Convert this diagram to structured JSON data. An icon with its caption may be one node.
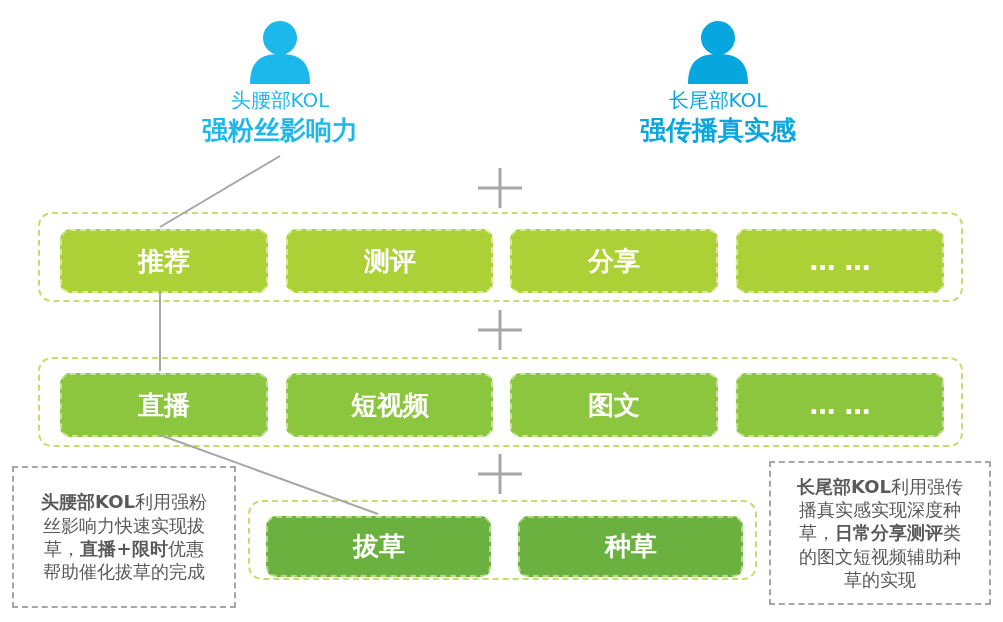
{
  "diagram": {
    "nodes": [
      {
        "text": [
          "头腰部KOL",
          "强粉丝影响力"
        ]
      },
      {
        "text": [
          "长尾部KOL",
          "强传播真实感"
        ]
      },
      {
        "text": [],
        "shape": "box"
      },
      {
        "text": [
          "推荐"
        ],
        "in": 2
      },
      {
        "text": [
          "测评"
        ],
        "in": 2
      },
      {
        "text": [
          "分享"
        ],
        "in": 2
      },
      {
        "text": [
          "… …"
        ],
        "in": 2
      },
      {
        "text": [],
        "shape": "box"
      },
      {
        "text": [
          "直播"
        ],
        "in": 7
      },
      {
        "text": [
          "短视频"
        ],
        "in": 7
      },
      {
        "text": [
          "图文"
        ],
        "in": 7
      },
      {
        "text": [
          "… …"
        ],
        "in": 7
      },
      {
        "text": [],
        "shape": "box"
      },
      {
        "text": [
          "拔草"
        ],
        "in": 12
      },
      {
        "text": [
          "种草"
        ],
        "in": 12
      },
      {
        "text": [
          "**头腰部KOL**利用强粉丝影响力快速实现拔草，**直播+限时**优惠帮助催化拔草的完成"
        ]
      },
      {
        "text": [
          "**长尾部KOL**利用强传播真实感实现深度种草，**日常分享测评**类的图文短视频辅助种草的实现"
        ]
      }
    ],
    "edges": [
      {
        "from": 0,
        "to": 3,
        "arrow": "none"
      },
      {
        "from": 3,
        "to": 8,
        "arrow": "none"
      },
      {
        "from": 8,
        "to": 13,
        "arrow": "none"
      }
    ]
  }
}
